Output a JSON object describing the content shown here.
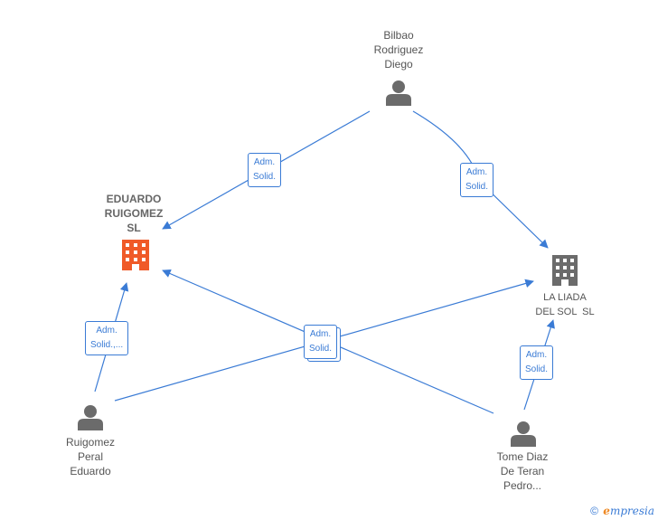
{
  "nodes": {
    "eduardo": {
      "lines": [
        "EDUARDO",
        "RUIGOMEZ",
        "SL"
      ]
    },
    "liada": {
      "lines": [
        "LA LIADA",
        "DEL SOL  SL"
      ]
    },
    "bilbao": {
      "lines": [
        "Bilbao",
        "Rodriguez",
        "Diego"
      ]
    },
    "ruigomez": {
      "lines": [
        "Ruigomez",
        "Peral",
        "Eduardo"
      ]
    },
    "tome": {
      "lines": [
        "Tome Diaz",
        "De Teran",
        "Pedro..."
      ]
    }
  },
  "edges": {
    "bilbao_eduardo": {
      "lines": [
        "Adm.",
        "Solid."
      ]
    },
    "bilbao_liada": {
      "lines": [
        "Adm.",
        "Solid."
      ]
    },
    "ruigomez_eduardo": {
      "lines": [
        "Adm.",
        "Solid.,..."
      ]
    },
    "cross": {
      "lines": [
        "Adm.",
        "Solid."
      ]
    },
    "tome_liada": {
      "lines": [
        "Adm.",
        "Solid."
      ]
    }
  },
  "colors": {
    "edge": "#3a7bd5",
    "person_icon": "#6b6b6b",
    "company_main_icon": "#f05a28",
    "company_other_icon": "#6b6b6b"
  },
  "footer": {
    "copyright": "©",
    "brand_e": "e",
    "brand_rest": "mpresia"
  }
}
